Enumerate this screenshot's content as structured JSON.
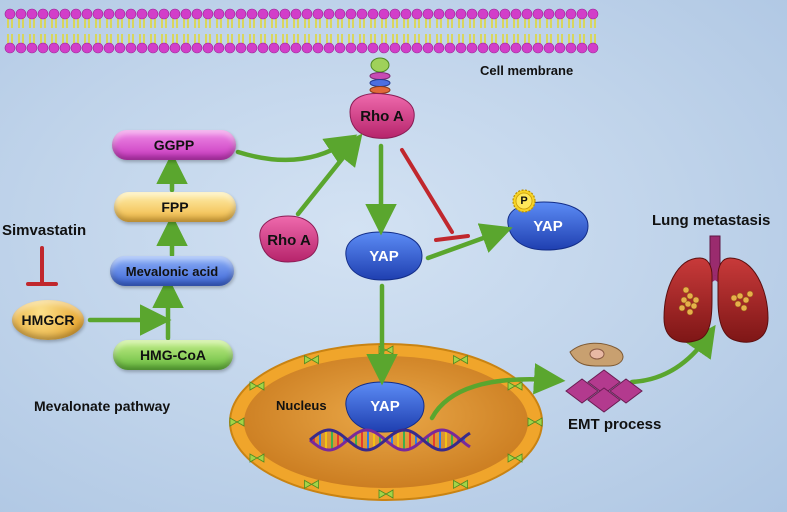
{
  "labels": {
    "cell_membrane": "Cell membrane",
    "simvastatin": "Simvastatin",
    "hmgcr": "HMGCR",
    "mevalonate_pathway": "Mevalonate pathway",
    "hmg_coa": "HMG-CoA",
    "mevalonic_acid": "Mevalonic acid",
    "fpp": "FPP",
    "ggpp": "GGPP",
    "rho_a_top": "Rho A",
    "rho_a_left": "Rho A",
    "yap_center": "YAP",
    "yap_phospho": "YAP",
    "phospho_mark": "P",
    "nucleus": "Nucleus",
    "yap_nucleus": "YAP",
    "emt_process": "EMT process",
    "lung_metastasis": "Lung metastasis"
  },
  "colors": {
    "activation_arrow": "#5aa62e",
    "inhibition": "#c0272d",
    "membrane_head": "#d23ec9",
    "membrane_tail": "#e8e23a",
    "yap": "#2a5fd8",
    "rho_a": "#d63a8a",
    "nucleus_fill": "#e39a36",
    "nucleus_rim": "#f2a92c"
  }
}
